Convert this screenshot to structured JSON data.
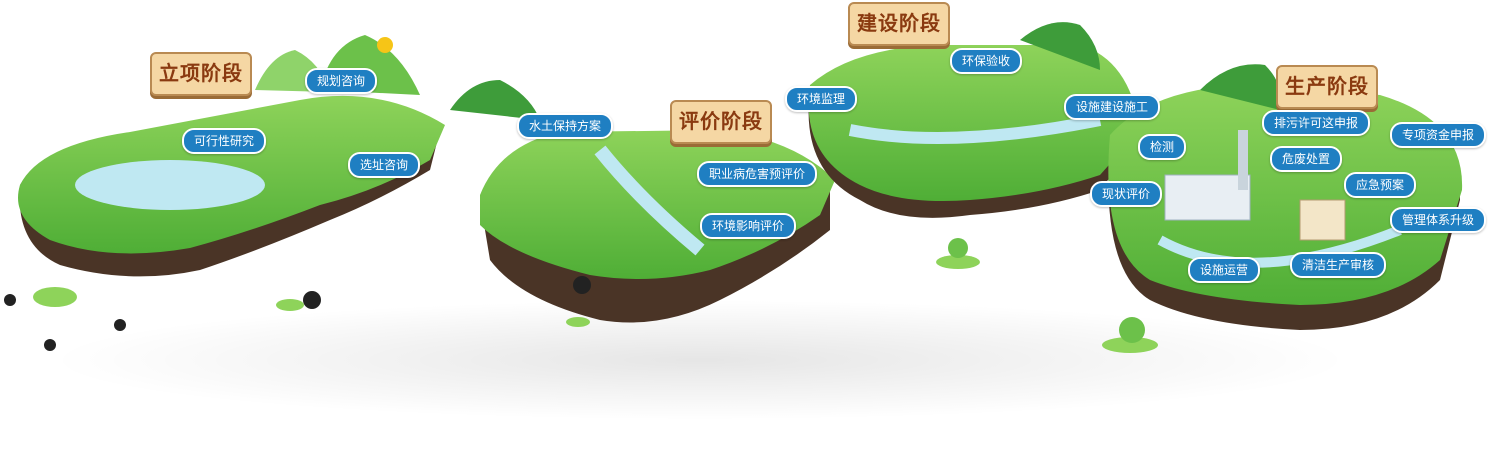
{
  "stages": [
    {
      "key": "lixiang",
      "label": "立项阶段"
    },
    {
      "key": "pingjia",
      "label": "评价阶段"
    },
    {
      "key": "jianshe",
      "label": "建设阶段"
    },
    {
      "key": "shengchan",
      "label": "生产阶段"
    }
  ],
  "services": [
    {
      "key": "guihua",
      "label": "规划咨询"
    },
    {
      "key": "kexingxing",
      "label": "可行性研究"
    },
    {
      "key": "xuanzhi",
      "label": "选址咨询"
    },
    {
      "key": "shuitu",
      "label": "水土保持方案"
    },
    {
      "key": "zhiye",
      "label": "职业病危害预评价"
    },
    {
      "key": "huanjingyingxiang",
      "label": "环境影响评价"
    },
    {
      "key": "huanjingjianli",
      "label": "环境监理"
    },
    {
      "key": "huanbaoyanshou",
      "label": "环保验收"
    },
    {
      "key": "sheshijianshe",
      "label": "设施建设施工"
    },
    {
      "key": "jiance",
      "label": "检测"
    },
    {
      "key": "xianzhuang",
      "label": "现状评价"
    },
    {
      "key": "paiwu",
      "label": "排污许可这申报"
    },
    {
      "key": "zhuanxiang",
      "label": "专项资金申报"
    },
    {
      "key": "weifei",
      "label": "危废处置"
    },
    {
      "key": "yingji",
      "label": "应急预案"
    },
    {
      "key": "guanli",
      "label": "管理体系升级"
    },
    {
      "key": "sheshiyunying",
      "label": "设施运营"
    },
    {
      "key": "qingjie",
      "label": "清洁生产审核"
    }
  ],
  "colors": {
    "tag_bg": "#1f7fc2",
    "sign_bg": "#f5d7a4",
    "sign_text": "#8a3a10",
    "grass": "#5cb83a",
    "soil": "#4a3426",
    "water": "#bfe8f2"
  }
}
